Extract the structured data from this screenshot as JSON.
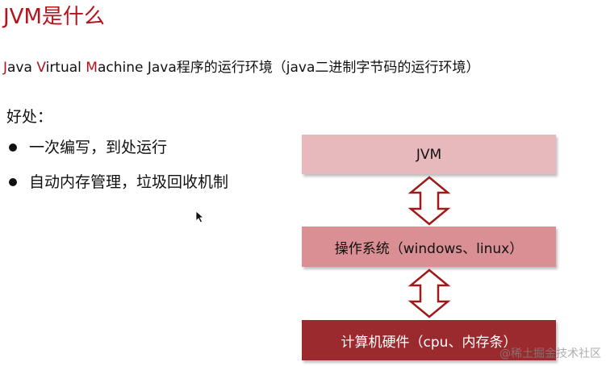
{
  "title": "JVM是什么",
  "subtitle": {
    "j": "J",
    "ava": "ava ",
    "v": "V",
    "irtual": "irtual ",
    "m": "M",
    "achine": "achine  ",
    "rest": "Java程序的运行环境（java二进制字节码的运行环境）"
  },
  "benefits": {
    "heading": "好处：",
    "items": [
      "一次编写，到处运行",
      "自动内存管理，垃圾回收机制"
    ]
  },
  "diagram": {
    "jvm": "JVM",
    "os": "操作系统（windows、linux）",
    "hardware": "计算机硬件（cpu、内存条）"
  },
  "watermark": "@稀土掘金技术社区",
  "colors": {
    "accent": "#b5121b",
    "jvm_box": "#e8b9bc",
    "os_box": "#d98f93",
    "hardware_box": "#9b2a2e"
  }
}
